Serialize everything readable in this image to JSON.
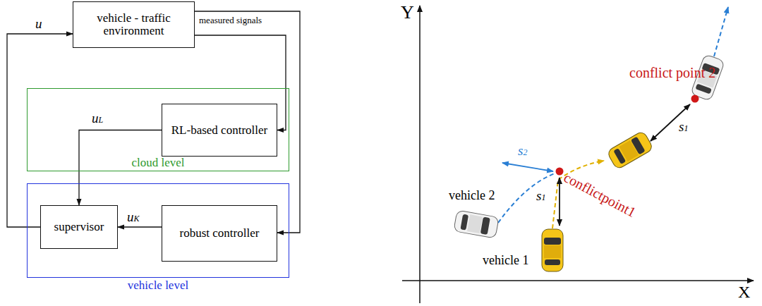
{
  "diagram": {
    "nodes": [
      {
        "text": [
          "vehicle - traffic environment"
        ]
      },
      {
        "text": [
          "cloud level"
        ]
      },
      {
        "text": [
          "RL-based controller"
        ],
        "in": 1
      },
      {
        "text": [
          "vehicle level"
        ]
      },
      {
        "text": [
          "supervisor"
        ],
        "in": 3
      },
      {
        "text": [
          "robust controller"
        ],
        "in": 3
      }
    ],
    "edges": [
      {
        "from": 0,
        "to": 2,
        "label": "measured signals",
        "arrow": "to"
      },
      {
        "from": 0,
        "to": 5,
        "arrow": "to"
      },
      {
        "from": 2,
        "to": 4,
        "label": "uL",
        "arrow": "to"
      },
      {
        "from": 5,
        "to": 4,
        "label": "uK",
        "arrow": "to"
      },
      {
        "from": 4,
        "to": 0,
        "label": "u",
        "arrow": "to"
      }
    ],
    "labels": [
      "Y",
      "X",
      "vehicle 2",
      "vehicle 1",
      "conflict point 2",
      "conflictpoint1",
      "s2",
      "s1",
      "s1"
    ]
  }
}
